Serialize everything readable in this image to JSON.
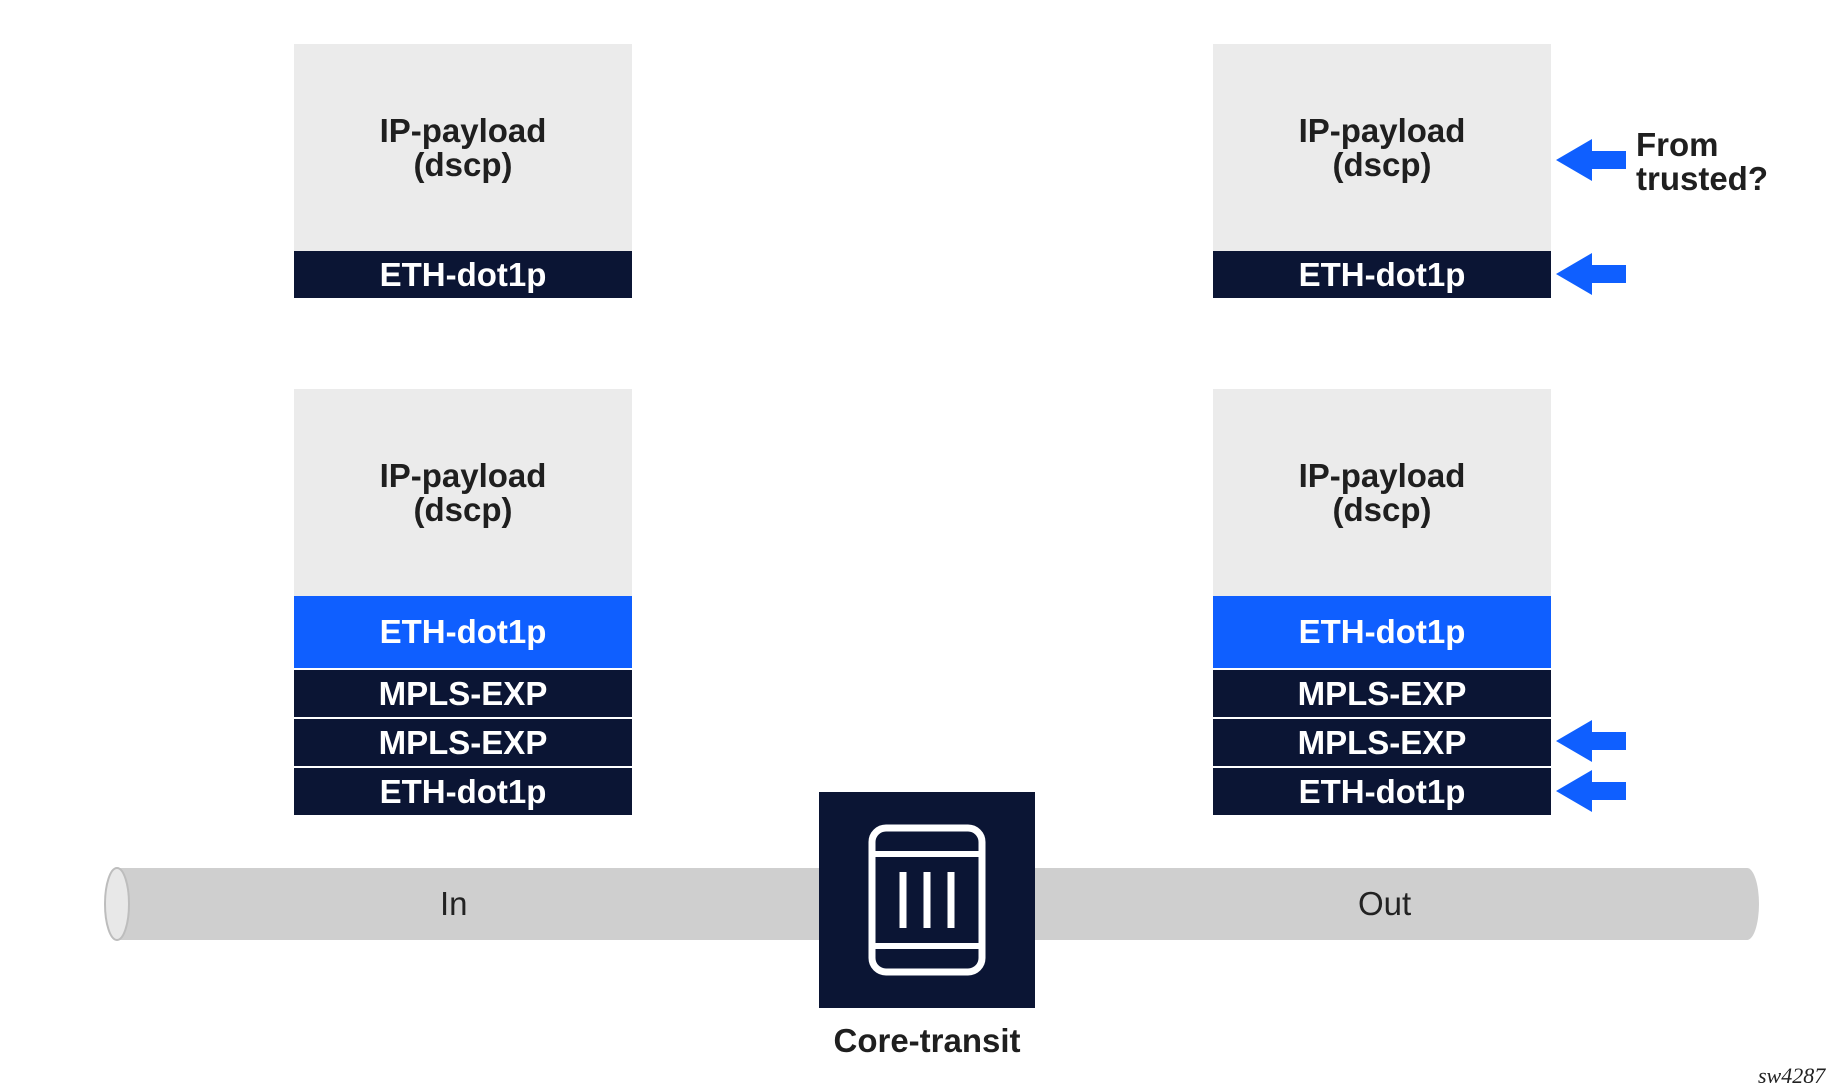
{
  "stacks": {
    "top_left": {
      "payload_line1": "IP-payload",
      "payload_line2": "(dscp)",
      "headers": [
        "ETH-dot1p"
      ]
    },
    "top_right": {
      "payload_line1": "IP-payload",
      "payload_line2": "(dscp)",
      "headers": [
        "ETH-dot1p"
      ]
    },
    "bottom_left": {
      "payload_line1": "IP-payload",
      "payload_line2": "(dscp)",
      "headers": [
        "ETH-dot1p",
        "MPLS-EXP",
        "MPLS-EXP",
        "ETH-dot1p"
      ]
    },
    "bottom_right": {
      "payload_line1": "IP-payload",
      "payload_line2": "(dscp)",
      "headers": [
        "ETH-dot1p",
        "MPLS-EXP",
        "MPLS-EXP",
        "ETH-dot1p"
      ]
    }
  },
  "annotation": {
    "line1": "From",
    "line2": "trusted?"
  },
  "pipe": {
    "in_label": "In",
    "out_label": "Out"
  },
  "node": {
    "label": "Core-transit",
    "icon": "router-icon"
  },
  "figure_id": "sw4287",
  "colors": {
    "dark_navy": "#0b1534",
    "accent_blue": "#0f5fff",
    "payload_gray": "#ebebeb",
    "pipe_gray": "#cfcfcf"
  }
}
